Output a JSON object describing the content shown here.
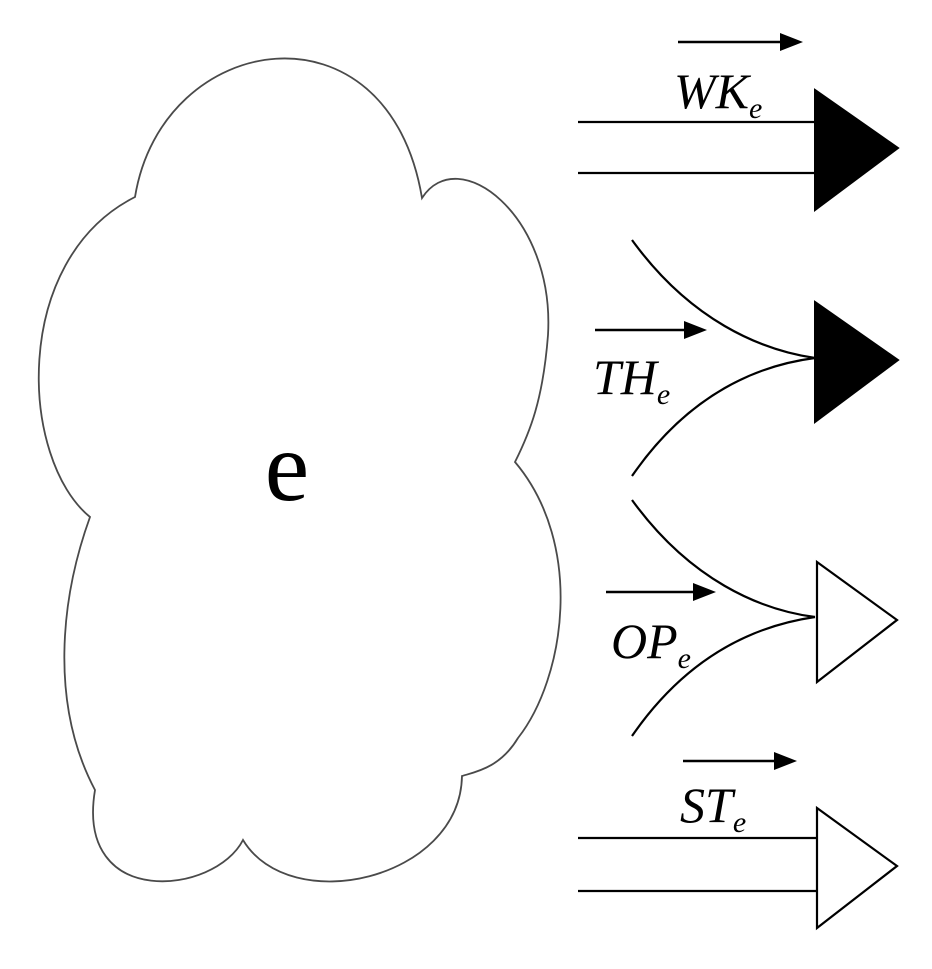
{
  "diagram": {
    "cloud_label": "e",
    "arrows": [
      {
        "main": "WK",
        "sub": "e",
        "head": "filled",
        "shape": "double-line"
      },
      {
        "main": "TH",
        "sub": "e",
        "head": "filled",
        "shape": "converging-curves"
      },
      {
        "main": "OP",
        "sub": "e",
        "head": "hollow",
        "shape": "converging-curves"
      },
      {
        "main": "ST",
        "sub": "e",
        "head": "hollow",
        "shape": "double-line"
      }
    ]
  }
}
